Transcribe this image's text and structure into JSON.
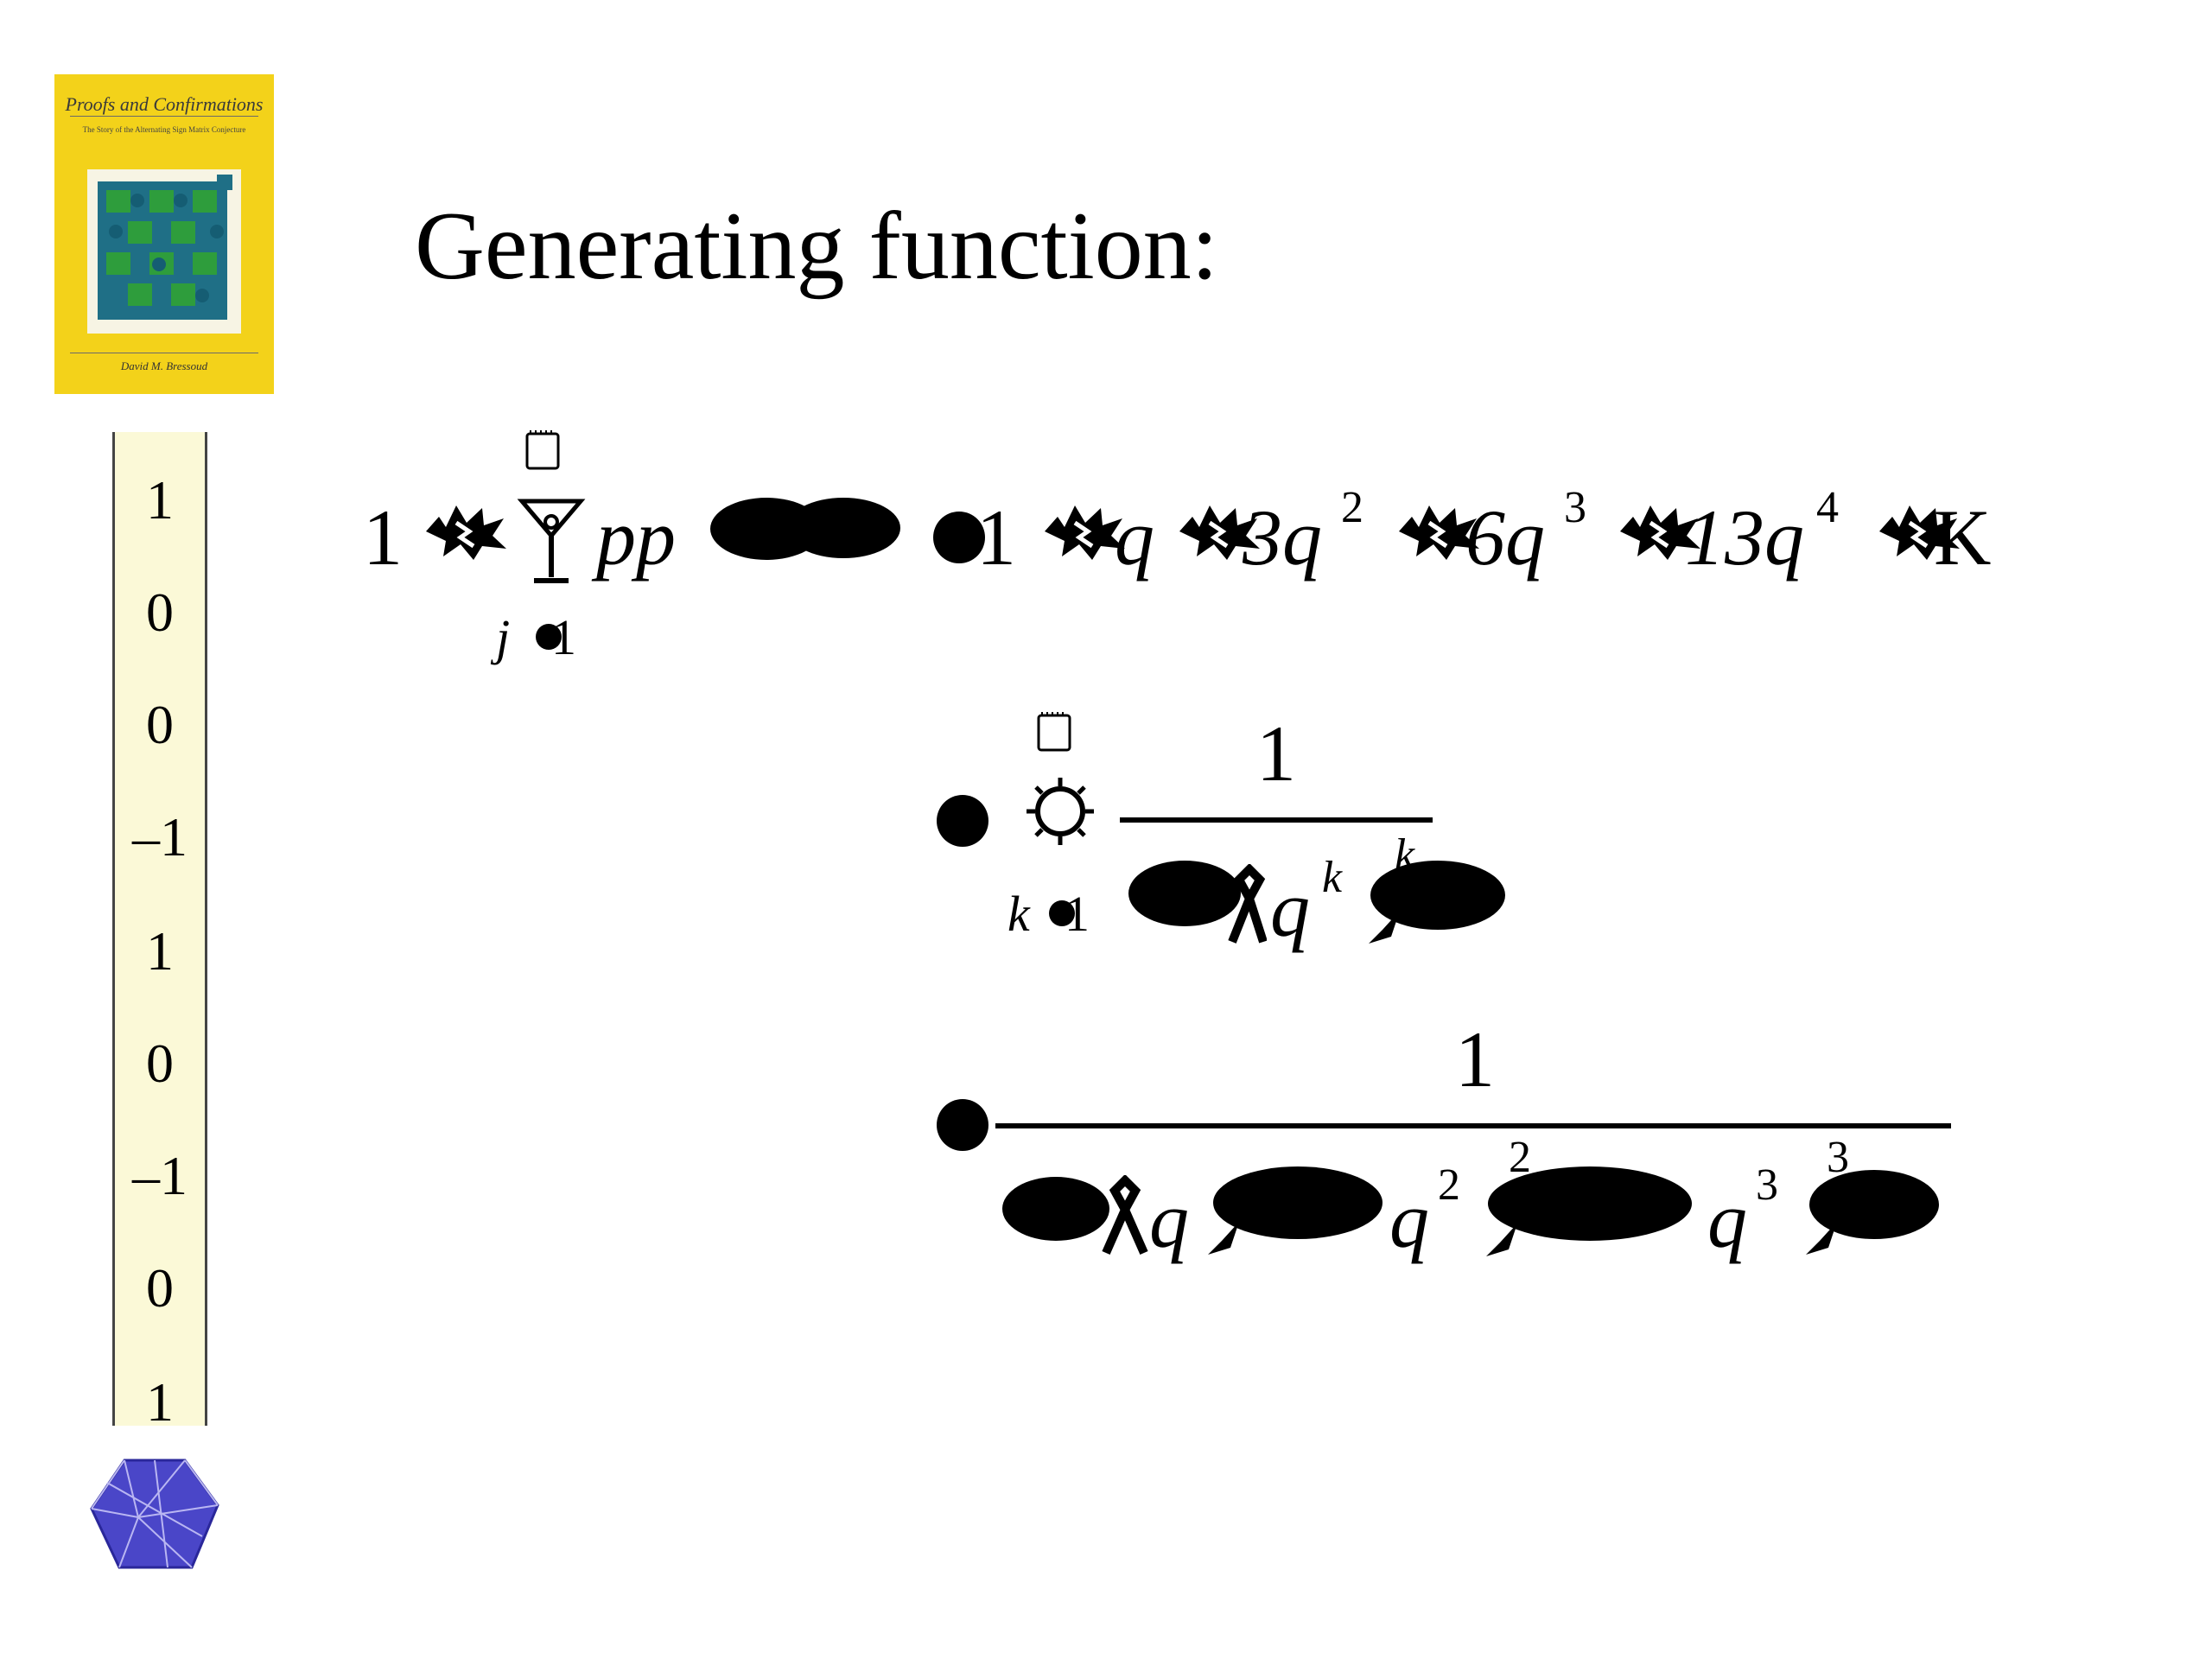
{
  "cover": {
    "title": "Proofs and Confirmations",
    "subtitle": "The Story of the Alternating Sign Matrix Conjecture",
    "author": "David M. Bressoud"
  },
  "sign_column": [
    "1",
    "0",
    "0",
    "–1",
    "1",
    "0",
    "–1",
    "0",
    "1"
  ],
  "slide_title": "Generating function:",
  "eq1": {
    "one": "1",
    "p1": "pp",
    "rhs_one": "1",
    "q1": "q",
    "c2": "3q",
    "e2": "2",
    "c3": "6q",
    "e3": "3",
    "c4": "13q",
    "e4": "4",
    "ellipsis": "K",
    "sub_j": "j",
    "sub_1": "1"
  },
  "eq2": {
    "num": "1",
    "q": "q",
    "exp_k": "k",
    "exp_k2": "k",
    "sub_k": "k",
    "sub_1": "1"
  },
  "eq3": {
    "num": "1",
    "q1": "q",
    "q2": "q",
    "e2": "2",
    "e2b": "2",
    "q3": "q",
    "e3": "3",
    "e3b": "3"
  }
}
